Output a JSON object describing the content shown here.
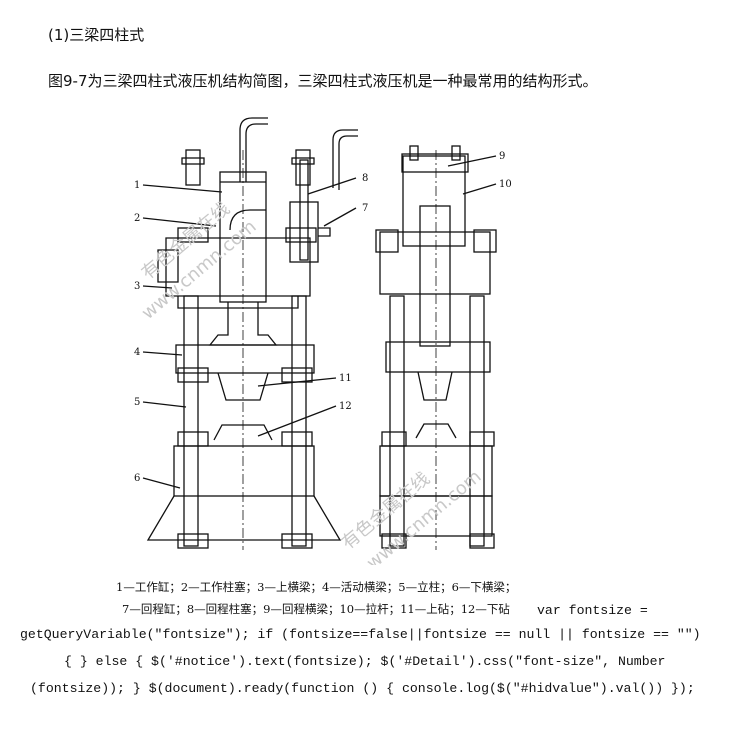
{
  "heading": "(1)三梁四柱式",
  "intro": "图9-7为三梁四柱式液压机结构简图，三梁四柱式液压机是一种最常用的结构形式。",
  "figure": {
    "callouts": [
      "1",
      "2",
      "3",
      "4",
      "5",
      "6",
      "7",
      "8",
      "9",
      "10",
      "11",
      "12"
    ],
    "watermark_cn": "有色金属在线",
    "watermark_url": "www.cnmn.com"
  },
  "caption": {
    "line1": "1—工作缸；2—工作柱塞；3—上横梁；4—活动横梁；5—立柱；6—下横梁；",
    "line2": "7—回程缸；8—回程柱塞；9—回程横梁；10—拉杆；11—上砧；12—下砧"
  },
  "code": {
    "line1": "var fontsize =",
    "line2": "getQueryVariable(\"fontsize\"); if (fontsize==false||fontsize == null || fontsize == \"\")",
    "line3": "{ } else { $('#notice').text(fontsize); $('#Detail').css(\"font-size\", Number",
    "line4": "(fontsize)); } $(document).ready(function () { console.log($(\"#hidvalue\").val()) });"
  }
}
